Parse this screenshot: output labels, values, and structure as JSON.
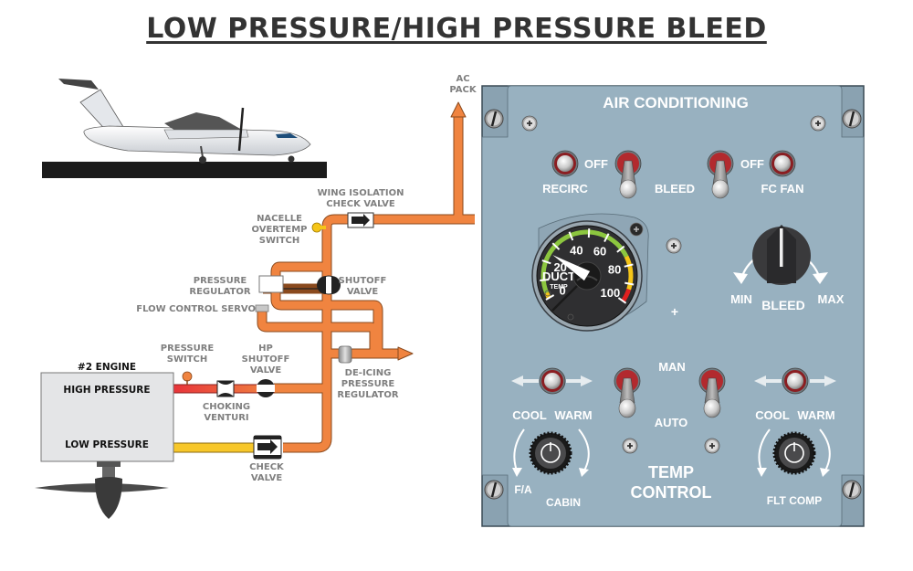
{
  "title": "LOW PRESSURE/HIGH PRESSURE BLEED",
  "colors": {
    "pipe_orange": "#f08440",
    "pipe_red": "#e8343a",
    "pipe_yellow": "#f7c72a",
    "panel": "#98b1c0",
    "panel_bezel": "#8aa2b1",
    "label_gray": "#7f7f7f"
  },
  "schematic": {
    "ac_pack": [
      "AC",
      "PACK"
    ],
    "wing_isolation_check_valve": [
      "WING ISOLATION",
      "CHECK VALVE"
    ],
    "nacelle_overtemp_switch": [
      "NACELLE",
      "OVERTEMP",
      "SWITCH"
    ],
    "pressure_regulator": [
      "PRESSURE",
      "REGULATOR"
    ],
    "shutoff_valve": [
      "SHUTOFF",
      "VALVE"
    ],
    "flow_control_servo": "FLOW CONTROL SERVO",
    "pressure_switch": [
      "PRESSURE",
      "SWITCH"
    ],
    "hp_shutoff_valve": [
      "HP",
      "SHUTOFF",
      "VALVE"
    ],
    "deicing_pressure_regulator": [
      "DE-ICING",
      "PRESSURE",
      "REGULATOR"
    ],
    "choking_venturi": [
      "CHOKING",
      "VENTURI"
    ],
    "check_valve": [
      "CHECK",
      "VALVE"
    ],
    "engine": {
      "name": "#2 ENGINE",
      "high_pressure": "HIGH PRESSURE",
      "low_pressure": "LOW PRESSURE"
    }
  },
  "panel": {
    "title": "AIR CONDITIONING",
    "recirc_label": "RECIRC",
    "recirc_off": "OFF",
    "bleed_switch_label": "BLEED",
    "fc_fan_label": "FC FAN",
    "fc_fan_off": "OFF",
    "gauge": {
      "label": "DUCT",
      "sublabel": "TEMP",
      "ticks": [
        "0",
        "20",
        "40",
        "60",
        "80",
        "100"
      ],
      "reading": 25
    },
    "bleed_knob": {
      "label": "BLEED",
      "min": "MIN",
      "max": "MAX"
    },
    "mode": {
      "man": "MAN",
      "auto": "AUTO"
    },
    "cabin": {
      "cool": "COOL",
      "warm": "WARM",
      "fa": "F/A",
      "name": "CABIN"
    },
    "flt_comp": {
      "cool": "COOL",
      "warm": "WARM",
      "name": "FLT COMP"
    },
    "temp_control": [
      "TEMP",
      "CONTROL"
    ]
  }
}
